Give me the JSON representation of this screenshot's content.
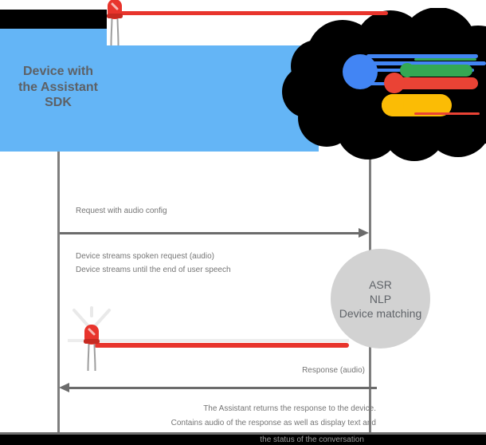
{
  "device_box": {
    "title_lines": [
      "Device with",
      "the Assistant",
      "SDK"
    ],
    "color": "#64b5f6"
  },
  "cloud": {
    "color": "#000000",
    "logo_colors": {
      "blue": "#4285f4",
      "green": "#34a853",
      "red": "#ea4335",
      "yellow": "#fbbc05"
    }
  },
  "led": {
    "color": "#e8342c"
  },
  "flow": {
    "request_label": "Request with audio config",
    "stream_label_1": "Device streams spoken request (audio)",
    "stream_label_2": "Device streams until the end of user speech",
    "response_label": "Response (audio)",
    "note_line_1": "The Assistant returns the response to the device.",
    "note_line_2": "Contains audio of the response as well as display text and",
    "note_line_3": "the status of the conversation"
  },
  "processing_circle": {
    "lines": [
      "ASR",
      "NLP",
      "Device matching"
    ],
    "color": "#d2d2d2"
  }
}
